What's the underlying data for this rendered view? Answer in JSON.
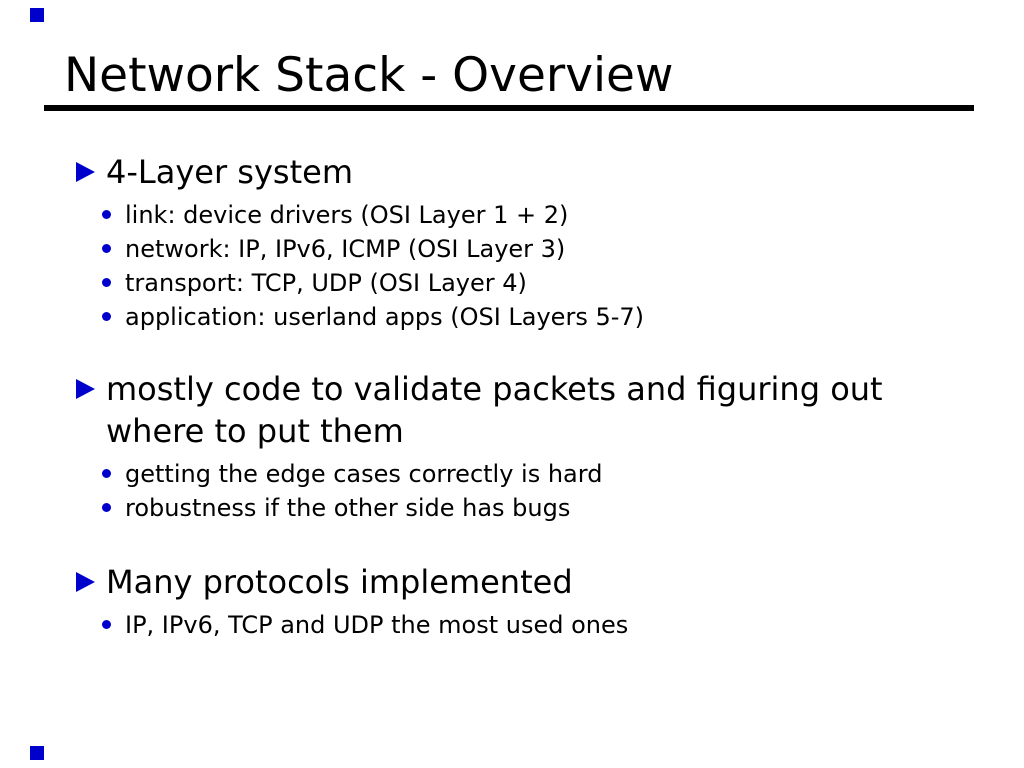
{
  "slide": {
    "title": "Network Stack - Overview",
    "colors": {
      "accent": "#0000CC",
      "text": "#000000",
      "rule": "#000000",
      "background": "#FFFFFF"
    },
    "decorations": {
      "corner_marker": "small blue square, top-left and bottom-left"
    },
    "blocks": [
      {
        "heading_lines": [
          "4-Layer system"
        ],
        "subs": [
          "link: device drivers (OSI Layer 1 + 2)",
          "network: IP, IPv6, ICMP (OSI Layer 3)",
          "transport: TCP, UDP (OSI Layer 4)",
          "application: userland apps (OSI Layers 5-7)"
        ]
      },
      {
        "heading_lines": [
          "mostly code to validate packets and figuring out",
          "where to put them"
        ],
        "subs": [
          "getting the edge cases correctly is hard",
          "robustness if the other side has bugs"
        ]
      },
      {
        "heading_lines": [
          "Many protocols implemented"
        ],
        "subs": [
          "IP, IPv6, TCP and UDP the most used ones"
        ]
      }
    ]
  }
}
